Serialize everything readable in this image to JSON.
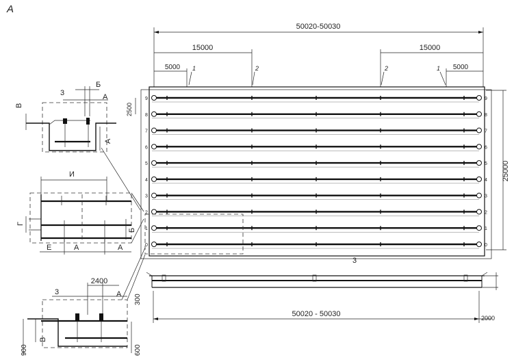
{
  "figure_letter": "А",
  "plan": {
    "overall_length": "50020-50030",
    "dim_left_15000": "15000",
    "dim_right_15000": "15000",
    "dim_left_5000": "5000",
    "dim_right_5000": "5000",
    "width": "25000",
    "bay_2500": "2500",
    "callout_1": "1",
    "callout_2": "2",
    "callout_3": "3",
    "row_labels": [
      "9",
      "8",
      "7",
      "6",
      "5",
      "4",
      "3",
      "2",
      "1",
      "0"
    ]
  },
  "section": {
    "overall_length": "50020 - 50030",
    "depth_2000": "2000"
  },
  "detail_top": {
    "l3": "3",
    "lB": "Б",
    "lA": "А",
    "lV": "В",
    "lA2": "А"
  },
  "detail_mid": {
    "lI": "И",
    "lG": "Г",
    "lE": "Е",
    "lA1": "А",
    "lA2": "А",
    "lB": "Б"
  },
  "detail_bottom": {
    "l3": "3",
    "d2400": "2400",
    "lA": "А",
    "d300": "300",
    "d900": "900",
    "lV": "В",
    "d600": "600"
  }
}
